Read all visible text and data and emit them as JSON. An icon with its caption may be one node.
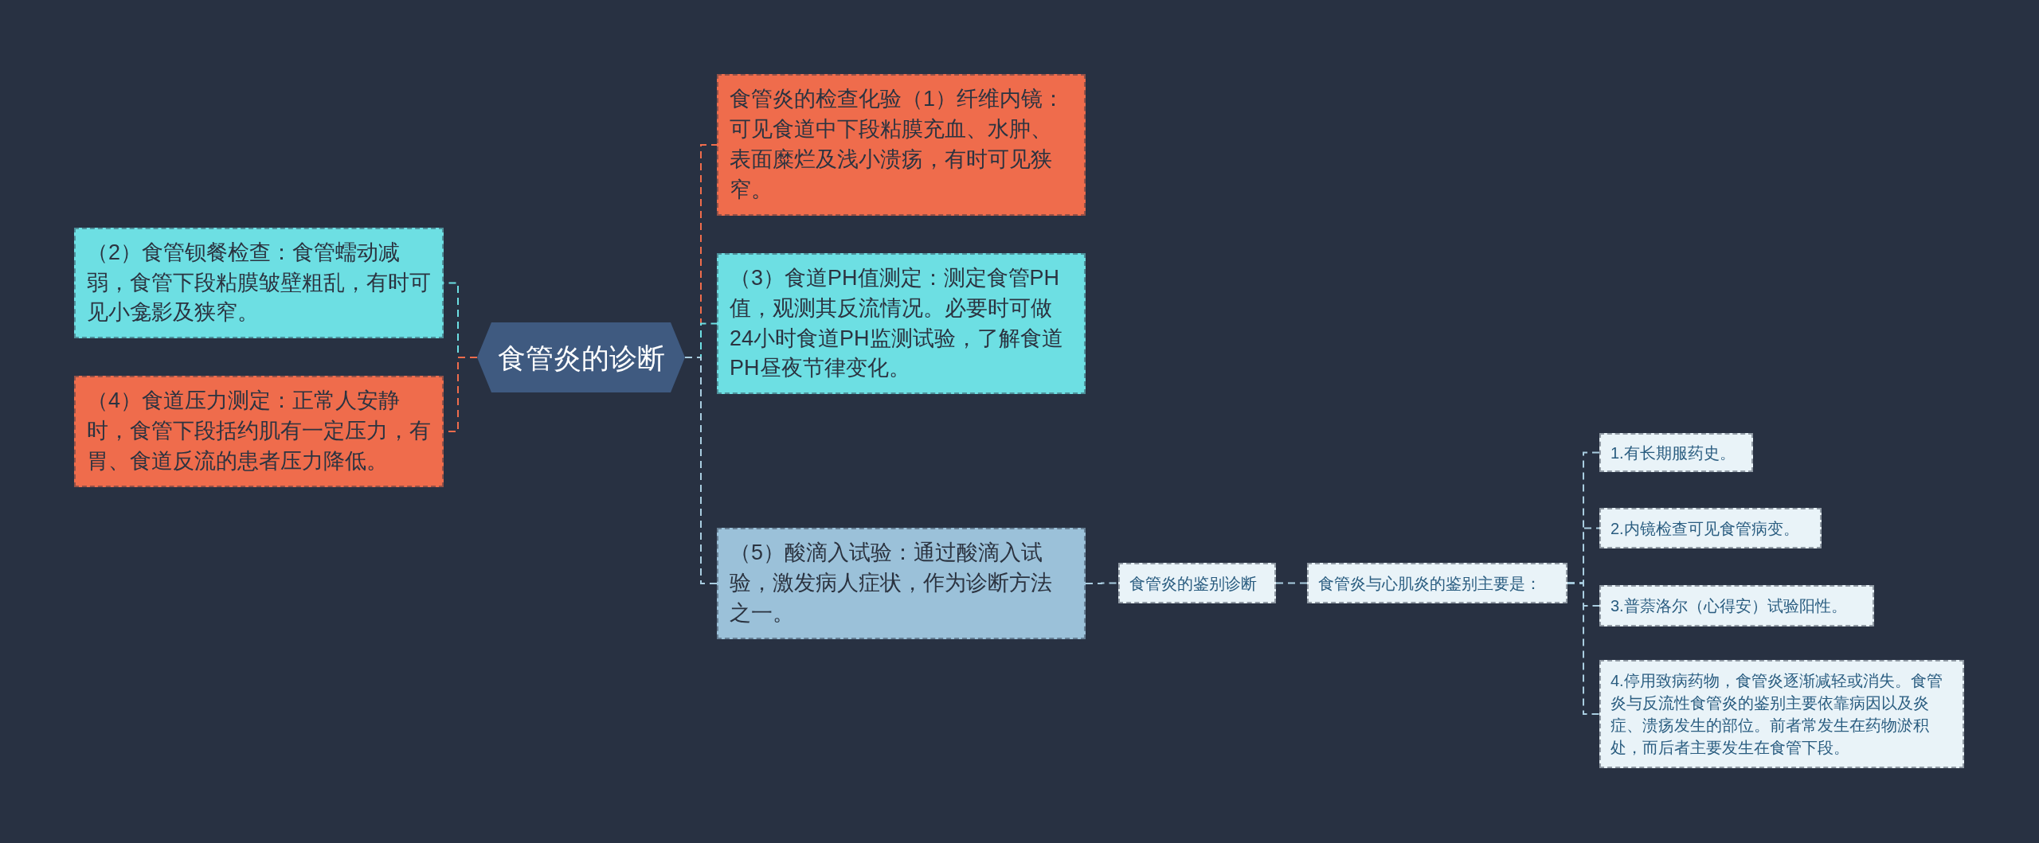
{
  "diagram": {
    "nodes": [
      {
        "text": [
          "食管炎的诊断"
        ]
      },
      {
        "text": [
          "（2）食管钡餐检查：食管蠕动减弱，食管下段粘膜皱壁粗乱，有时可见小龛影及狭窄。"
        ]
      },
      {
        "text": [
          "（4）食道压力测定：正常人安静时，食管下段括约肌有一定压力，有胃、食道反流的患者压力降低。"
        ]
      },
      {
        "text": [
          "食管炎的检查化验（1）纤维内镜：可见食道中下段粘膜充血、水肿、表面糜烂及浅小溃疡，有时可见狭窄。"
        ]
      },
      {
        "text": [
          "（3）食道PH值测定：测定食管PH值，观测其反流情况。必要时可做24小时食道PH监测试验，了解食道PH昼夜节律变化。"
        ]
      },
      {
        "text": [
          "（5）酸滴入试验：通过酸滴入试验，激发病人症状，作为诊断方法之一。"
        ]
      },
      {
        "text": [
          "食管炎的鉴别诊断"
        ]
      },
      {
        "text": [
          "食管炎与心肌炎的鉴别主要是："
        ]
      },
      {
        "text": [
          "1.有长期服药史。"
        ]
      },
      {
        "text": [
          "2.内镜检查可见食管病变。"
        ]
      },
      {
        "text": [
          "3.普萘洛尔（心得安）试验阳性。"
        ]
      },
      {
        "text": [
          "4.停用致病药物，食管炎逐渐减轻或消失。食管炎与反流性食管炎的鉴别主要依靠病因以及炎症、溃疡发生的部位。前者常发生在药物淤积处，而后者主要发生在食管下段。"
        ]
      }
    ],
    "edges": [
      {
        "from": 0,
        "to": 1,
        "arrow": "none",
        "color": "#6ddfe3"
      },
      {
        "from": 0,
        "to": 2,
        "arrow": "none",
        "color": "#ef6c4c"
      },
      {
        "from": 0,
        "to": 3,
        "arrow": "none",
        "color": "#ef6c4c"
      },
      {
        "from": 0,
        "to": 4,
        "arrow": "none",
        "color": "#6ddfe3"
      },
      {
        "from": 0,
        "to": 5,
        "arrow": "none"
      },
      {
        "from": 5,
        "to": 6,
        "arrow": "none"
      },
      {
        "from": 6,
        "to": 7,
        "arrow": "none"
      },
      {
        "from": 7,
        "to": 8,
        "arrow": "none"
      },
      {
        "from": 7,
        "to": 9,
        "arrow": "none"
      },
      {
        "from": 7,
        "to": 10,
        "arrow": "none"
      },
      {
        "from": 7,
        "to": 11,
        "arrow": "none"
      }
    ]
  }
}
